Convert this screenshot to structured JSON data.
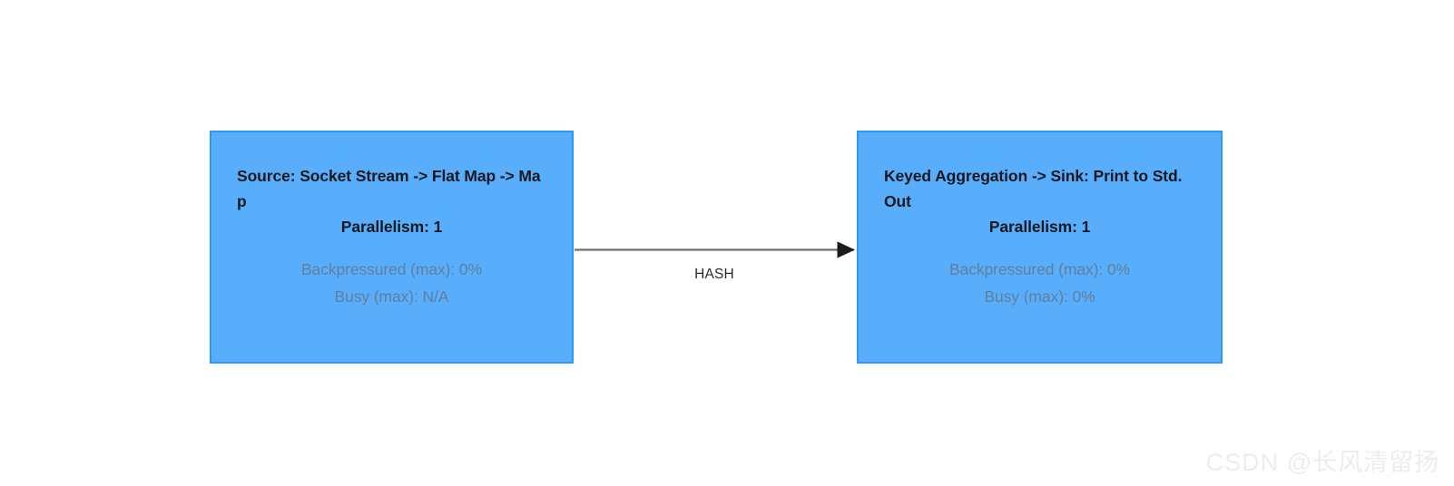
{
  "diagram": {
    "type": "flink-job-graph",
    "background_color": "#ffffff",
    "node_fill_color": "#59aefc",
    "node_border_color": "#2f97fb",
    "title_text_color": "#15191f",
    "metric_text_color": "#5f7f9e",
    "edge_color": "#707070"
  },
  "nodes": [
    {
      "id": "source",
      "title": "Source: Socket Stream -> Flat Map -> Map",
      "parallelism": "Parallelism: 1",
      "metrics": [
        "Backpressured (max): 0%",
        "Busy (max): N/A"
      ]
    },
    {
      "id": "sink",
      "title": "Keyed Aggregation -> Sink: Print to Std. Out",
      "parallelism": "Parallelism: 1",
      "metrics": [
        "Backpressured (max): 0%",
        "Busy (max): 0%"
      ]
    }
  ],
  "edges": [
    {
      "from": "source",
      "to": "sink",
      "label": "HASH"
    }
  ],
  "watermark": {
    "text": "CSDN @长风清留扬"
  }
}
